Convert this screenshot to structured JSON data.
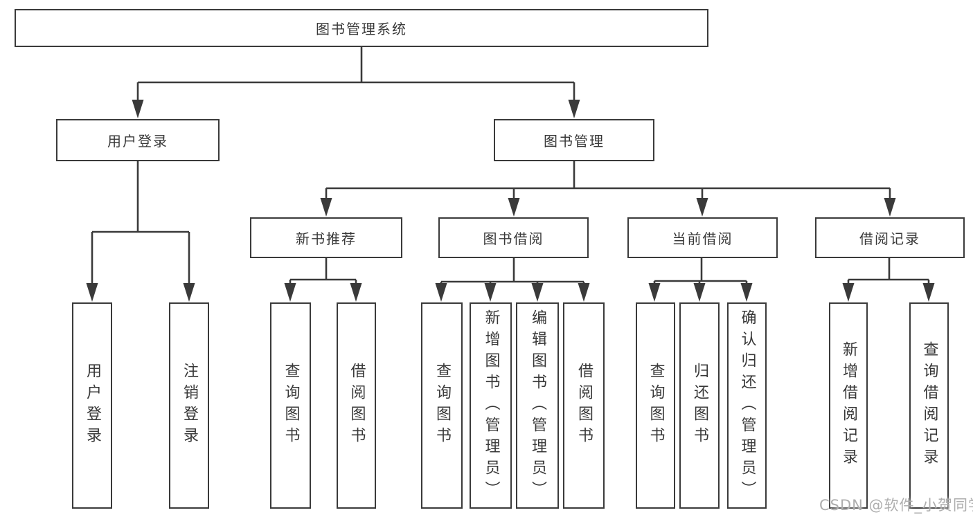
{
  "colors": {
    "line": "#3a3a3a",
    "text": "#383838",
    "background": "#ffffff",
    "watermark": "#aeaeae"
  },
  "watermark": {
    "text": "CSDN @软件_小贺同学"
  },
  "tree": {
    "root": {
      "label": "图书管理系统"
    },
    "branches": [
      {
        "label": "用户登录",
        "children": [
          {
            "label": "用户登录"
          },
          {
            "label": "注销登录"
          }
        ]
      },
      {
        "label": "图书管理",
        "children": [
          {
            "label": "新书推荐",
            "children": [
              {
                "label": "查询图书"
              },
              {
                "label": "借阅图书"
              }
            ]
          },
          {
            "label": "图书借阅",
            "children": [
              {
                "label": "查询图书"
              },
              {
                "label": "新增图书（管理员）"
              },
              {
                "label": "编辑图书（管理员）"
              },
              {
                "label": "借阅图书"
              }
            ]
          },
          {
            "label": "当前借阅",
            "children": [
              {
                "label": "查询图书"
              },
              {
                "label": "归还图书"
              },
              {
                "label": "确认归还（管理员）"
              }
            ]
          },
          {
            "label": "借阅记录",
            "children": [
              {
                "label": "新增借阅记录"
              },
              {
                "label": "查询借阅记录"
              }
            ]
          }
        ]
      }
    ]
  }
}
